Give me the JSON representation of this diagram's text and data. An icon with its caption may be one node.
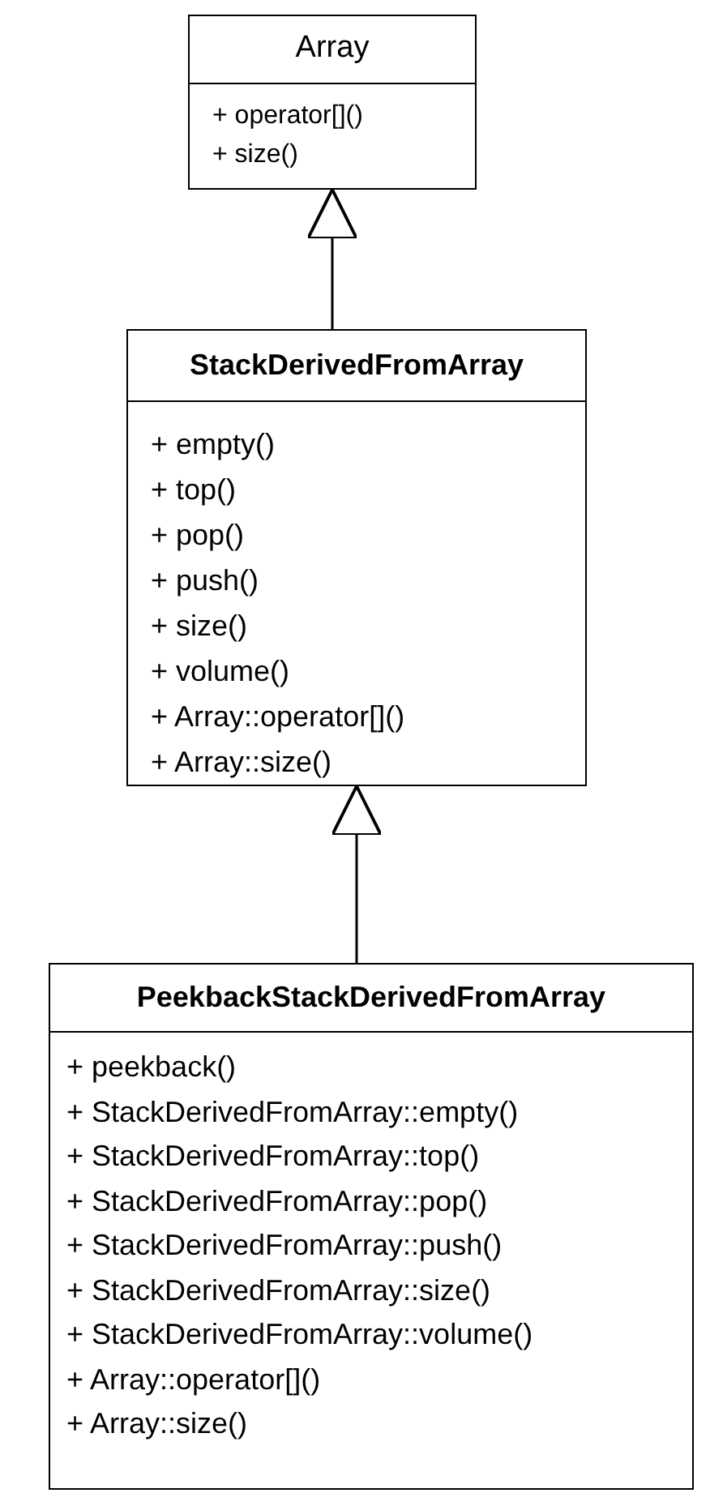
{
  "diagram": {
    "nodes": [
      {
        "text": [
          "Array",
          "+ operator[]()",
          "+ size()"
        ]
      },
      {
        "text": [
          "StackDerivedFromArray",
          "+ empty()",
          "+ top()",
          "+ pop()",
          "+ push()",
          "+ size()",
          "+ volume()",
          "+ Array::operator[]()",
          "+ Array::size()"
        ]
      },
      {
        "text": [
          "PeekbackStackDerivedFromArray",
          "+ peekback()",
          "+ StackDerivedFromArray::empty()",
          "+ StackDerivedFromArray::top()",
          "+ StackDerivedFromArray::pop()",
          "+ StackDerivedFromArray::push()",
          "+ StackDerivedFromArray::size()",
          "+ StackDerivedFromArray::volume()",
          "+ Array::operator[]()",
          "+ Array::size()"
        ]
      }
    ],
    "edges": [
      {
        "from": 1,
        "to": 0,
        "arrow": "to"
      },
      {
        "from": 2,
        "to": 1,
        "arrow": "to"
      }
    ]
  }
}
